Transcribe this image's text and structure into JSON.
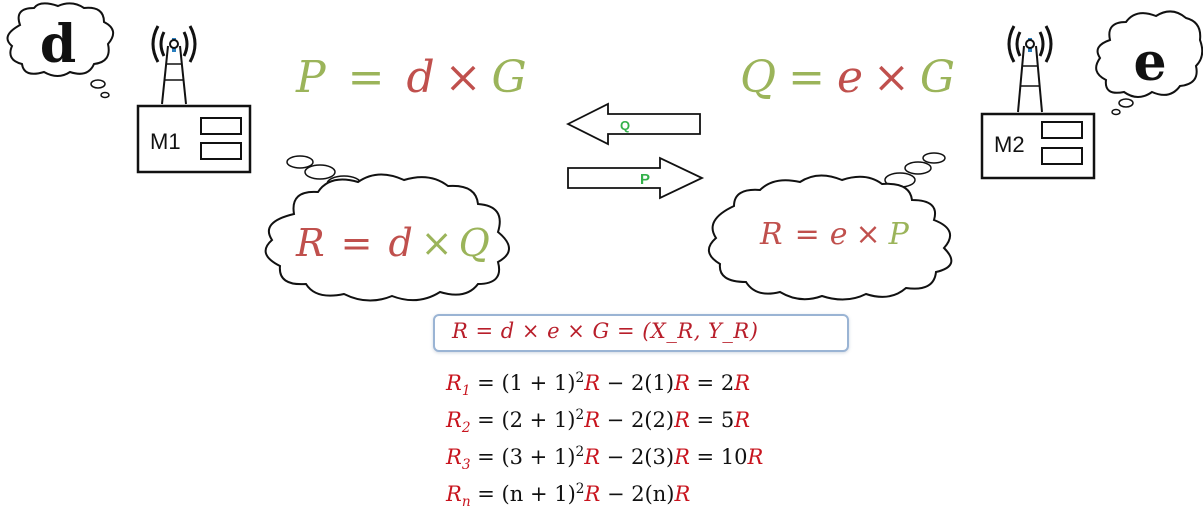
{
  "secrets": {
    "left": "d",
    "right": "e"
  },
  "devices": {
    "left": "M1",
    "right": "M2"
  },
  "public_keys": {
    "left": {
      "lhs": "P",
      "eq": "=",
      "scalar": "d",
      "times": "×",
      "base": "G"
    },
    "right": {
      "lhs": "Q",
      "eq": "=",
      "scalar": "e",
      "times": "×",
      "base": "G"
    }
  },
  "messages": {
    "to_left": "Q",
    "to_right": "P"
  },
  "shared": {
    "left": {
      "lhs": "R",
      "eq": "=",
      "scalar": "d",
      "times": "×",
      "point": "Q"
    },
    "right": {
      "lhs": "R",
      "eq": "=",
      "scalar": "e",
      "times": "×",
      "point": "P"
    }
  },
  "combined": "R  =  d × e × G = (X_R, Y_R)",
  "series": [
    {
      "lhs": "R",
      "sub": "1",
      "body": " = (1 + 1)",
      "sup": "2",
      "mid": " − 2(1)",
      "tail": " =  2R"
    },
    {
      "lhs": "R",
      "sub": "2",
      "body": " = (2 + 1)",
      "sup": "2",
      "mid": " − 2(2)",
      "tail": " =  5R"
    },
    {
      "lhs": "R",
      "sub": "3",
      "body": " = (3 + 1)",
      "sup": "2",
      "mid": " − 2(3)",
      "tail": " = 10R"
    },
    {
      "lhs": "R",
      "sub": "n",
      "body": " = (n + 1)",
      "sup": "2",
      "mid": " − 2(n)",
      "tail": ""
    }
  ],
  "colors": {
    "green": "#9bb45a",
    "red": "#c0504d",
    "eq_red": "#c8141e",
    "arrow_green": "#33b14a"
  }
}
